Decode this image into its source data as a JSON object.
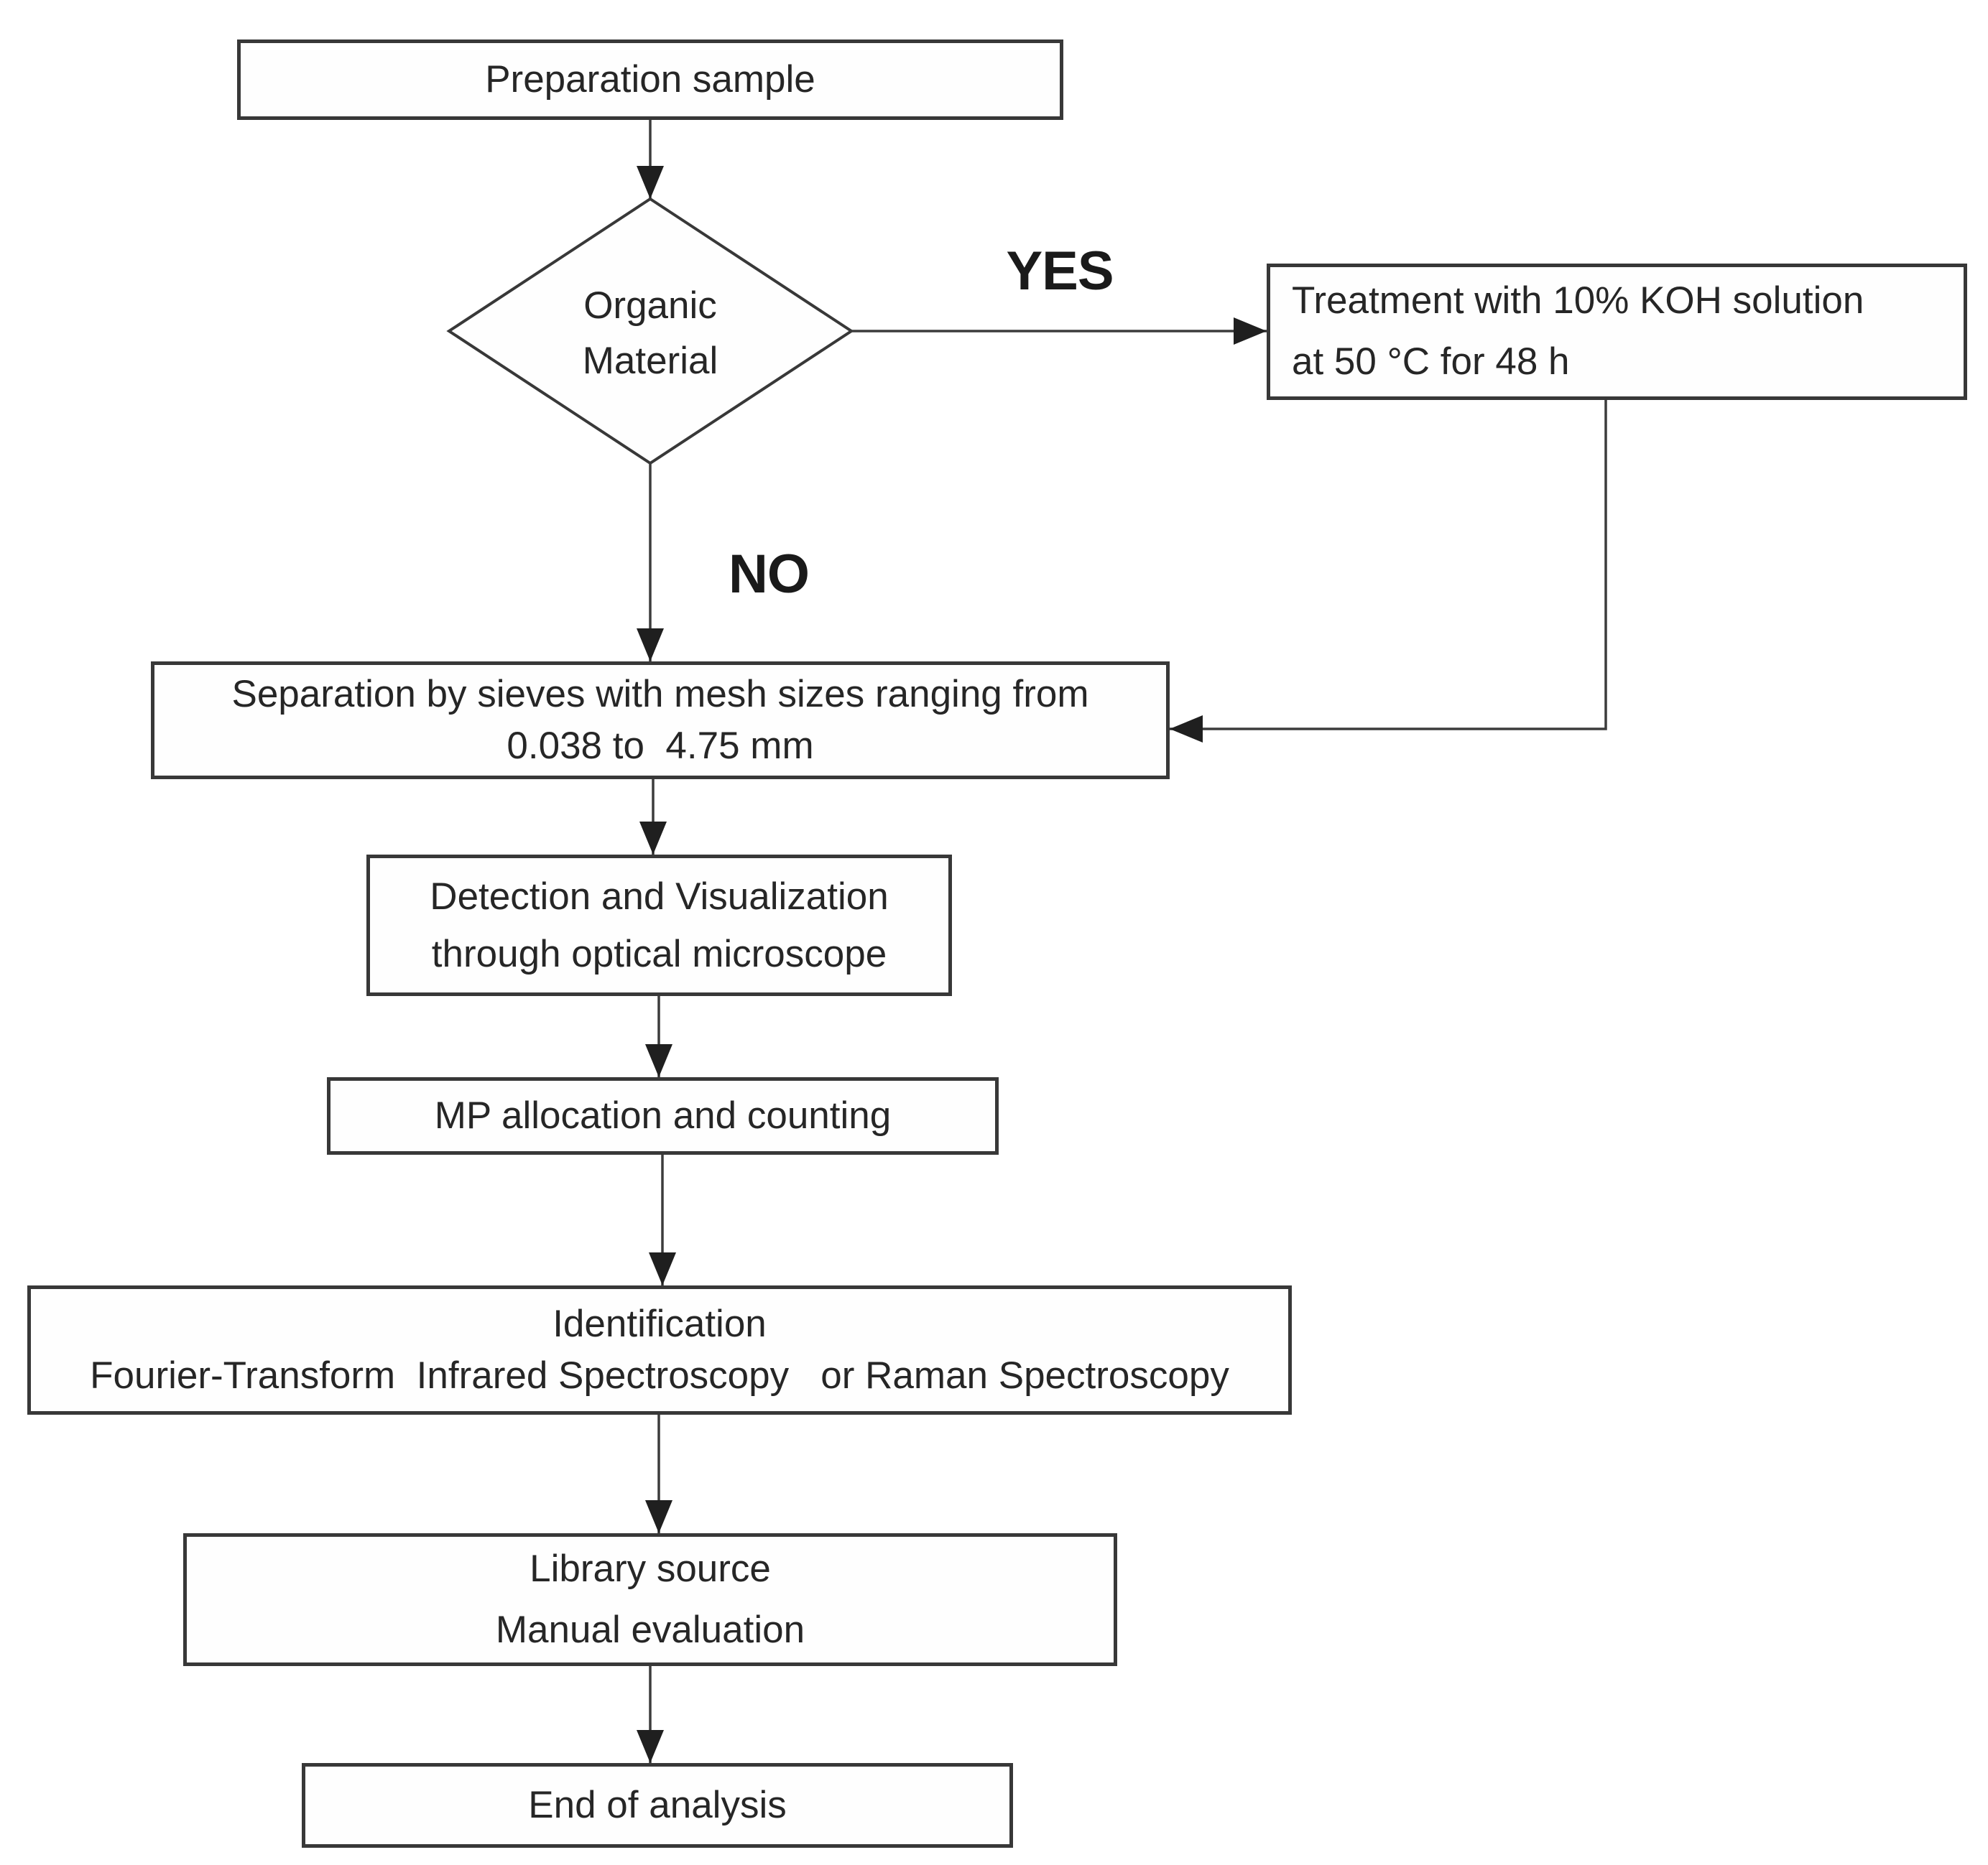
{
  "flowchart": {
    "nodes": {
      "preparation": {
        "label": "Preparation sample"
      },
      "organic_decision": {
        "line1": "Organic",
        "line2": "Material",
        "shape": "diamond"
      },
      "treatment": {
        "line1": "Treatment with 10% KOH solution",
        "line2": "at 50 °C for 48 h"
      },
      "separation": {
        "line1": "Separation by sieves with mesh sizes ranging from",
        "line2": "0.038 to  4.75 mm"
      },
      "detection": {
        "line1": "Detection and Visualization",
        "line2": "through optical microscope"
      },
      "mp_allocation": {
        "label": "MP allocation and counting"
      },
      "identification": {
        "line1": "Identification",
        "line2": "Fourier-Transform  Infrared Spectroscopy   or Raman Spectroscopy"
      },
      "library": {
        "line1": "Library source",
        "line2": "Manual evaluation"
      },
      "end": {
        "label": "End of analysis"
      }
    },
    "branch_labels": {
      "yes": "YES",
      "no": "NO"
    },
    "edges": [
      {
        "from": "preparation",
        "to": "organic_decision",
        "label": ""
      },
      {
        "from": "organic_decision",
        "to": "treatment",
        "label": "YES"
      },
      {
        "from": "organic_decision",
        "to": "separation",
        "label": "NO"
      },
      {
        "from": "treatment",
        "to": "separation",
        "label": ""
      },
      {
        "from": "separation",
        "to": "detection",
        "label": ""
      },
      {
        "from": "detection",
        "to": "mp_allocation",
        "label": ""
      },
      {
        "from": "mp_allocation",
        "to": "identification",
        "label": ""
      },
      {
        "from": "identification",
        "to": "library",
        "label": ""
      },
      {
        "from": "library",
        "to": "end",
        "label": ""
      }
    ],
    "colors": {
      "box_border": "#383838",
      "line": "#3c3c3c",
      "arrowhead": "#1f1f1f",
      "text": "#262626",
      "background": "#ffffff"
    }
  }
}
